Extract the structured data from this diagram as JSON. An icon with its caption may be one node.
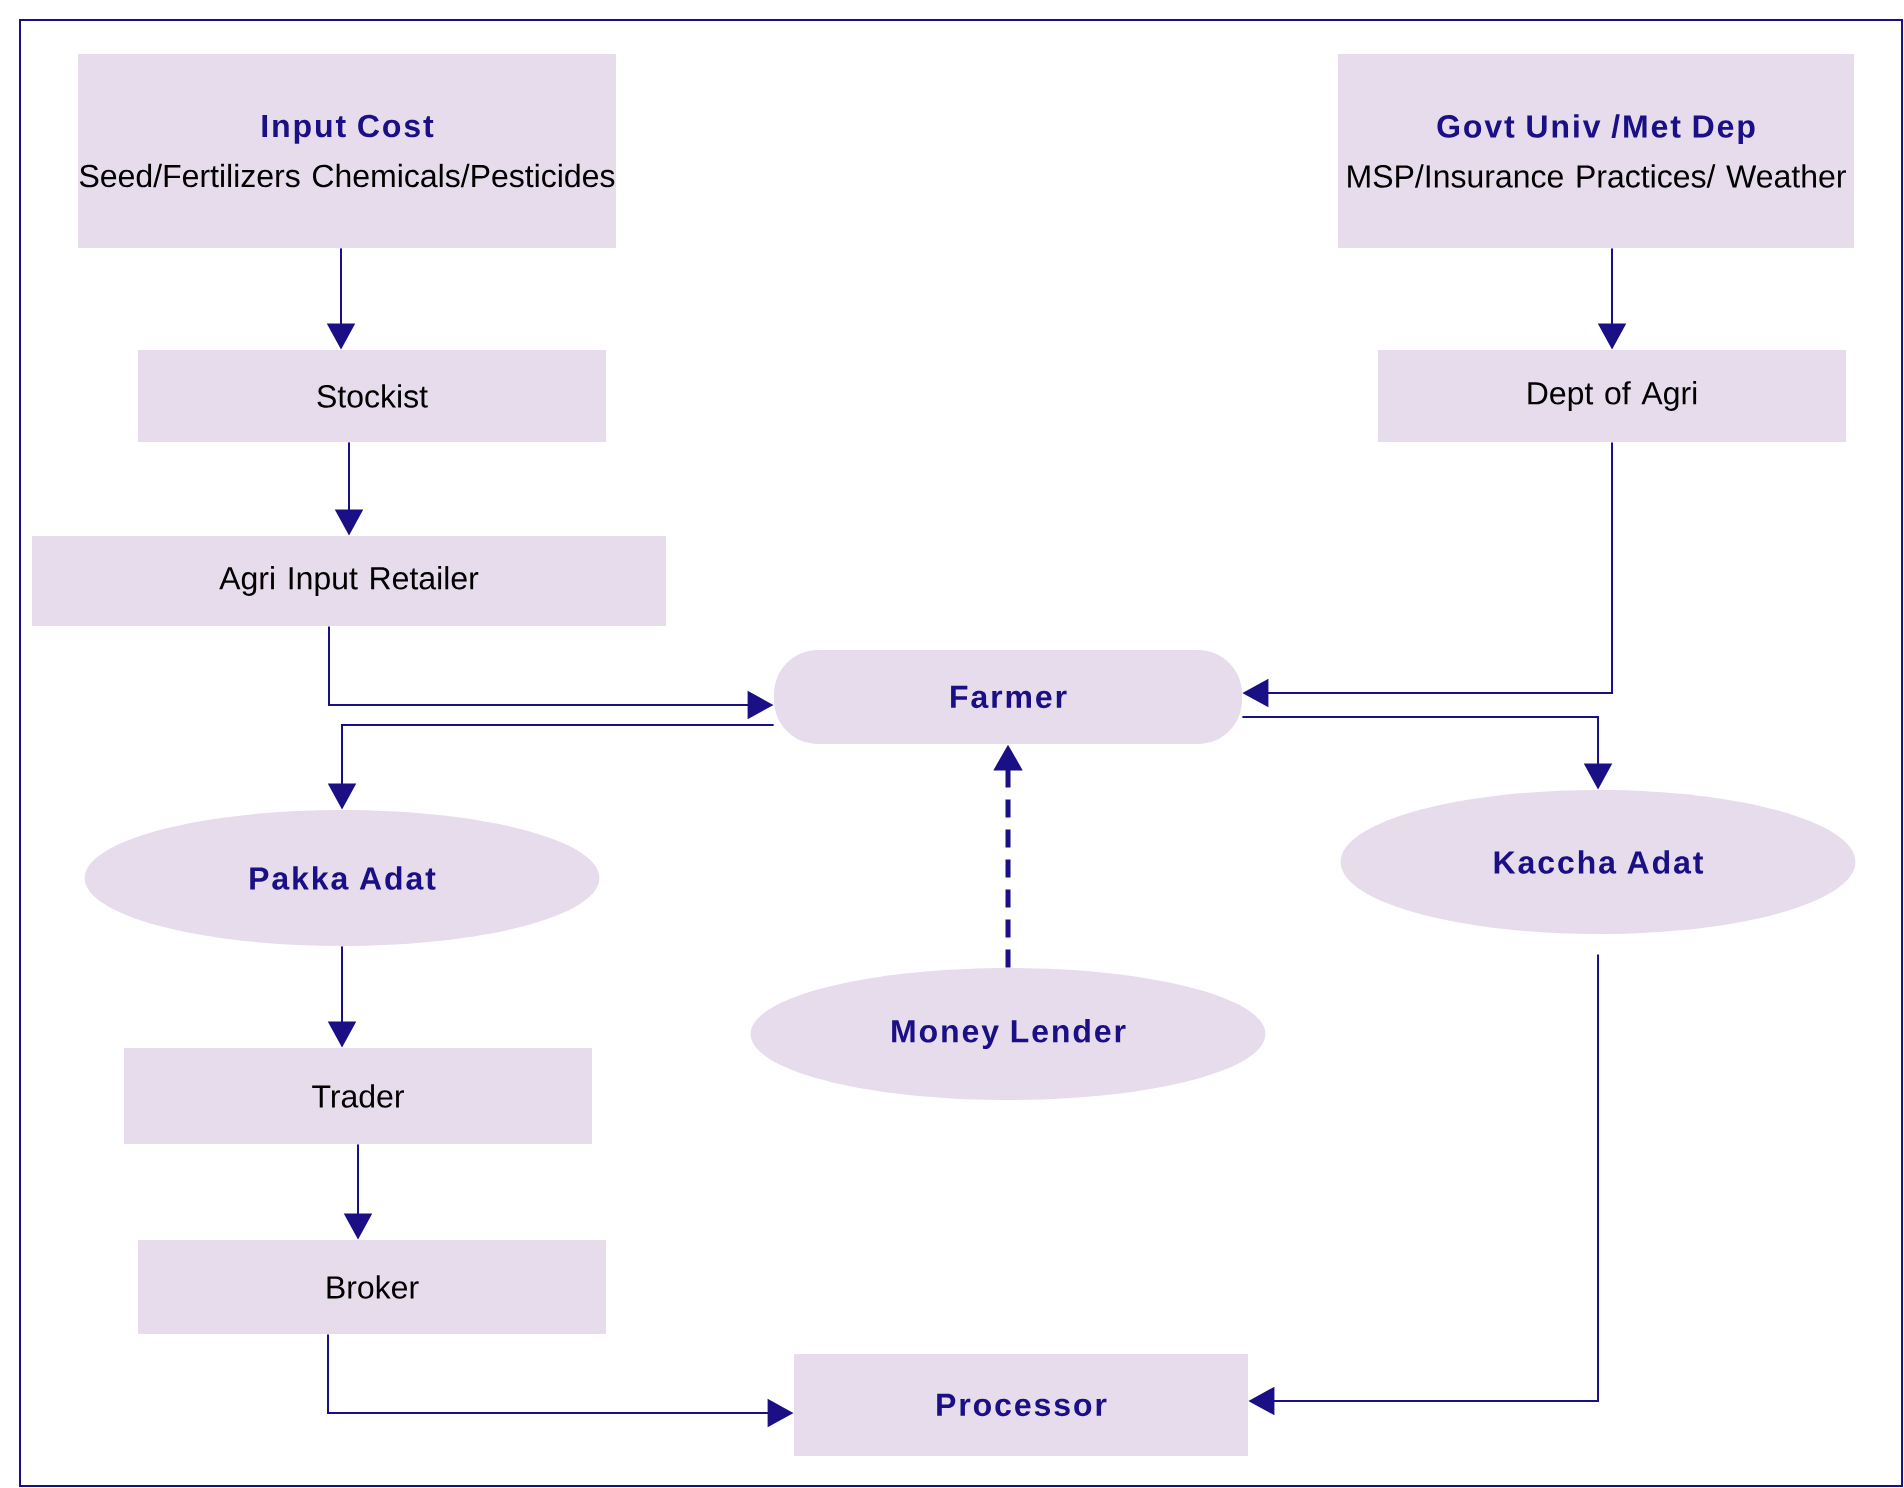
{
  "diagram": {
    "nodes": [
      {
        "text": [
          "Input Cost",
          "Seed/Fertilizers Chemicals/Pesticides"
        ]
      },
      {
        "text": [
          "Govt Univ /Met Dep",
          "MSP/Insurance Practices/ Weather"
        ]
      },
      {
        "text": [
          "Stockist"
        ]
      },
      {
        "text": [
          "Dept of Agri"
        ]
      },
      {
        "text": [
          "Agri Input Retailer"
        ]
      },
      {
        "text": [
          "Farmer"
        ]
      },
      {
        "text": [
          "Pakka Adat"
        ]
      },
      {
        "text": [
          "Kaccha Adat"
        ]
      },
      {
        "text": [
          "Money Lender"
        ]
      },
      {
        "text": [
          "Trader"
        ]
      },
      {
        "text": [
          "Broker"
        ]
      },
      {
        "text": [
          "Processor"
        ]
      }
    ],
    "edges": [
      {
        "from": 0,
        "to": 2,
        "arrow": "to"
      },
      {
        "from": 2,
        "to": 4,
        "arrow": "to"
      },
      {
        "from": 4,
        "to": 5,
        "arrow": "to"
      },
      {
        "from": 5,
        "to": 6,
        "arrow": "to"
      },
      {
        "from": 1,
        "to": 3,
        "arrow": "to"
      },
      {
        "from": 3,
        "to": 5,
        "arrow": "to"
      },
      {
        "from": 5,
        "to": 7,
        "arrow": "to"
      },
      {
        "from": 8,
        "to": 5,
        "arrow": "to",
        "style": "dashed"
      },
      {
        "from": 6,
        "to": 9,
        "arrow": "to"
      },
      {
        "from": 9,
        "to": 10,
        "arrow": "to"
      },
      {
        "from": 10,
        "to": 11,
        "arrow": "to"
      },
      {
        "from": 7,
        "to": 11,
        "arrow": "to"
      }
    ]
  }
}
